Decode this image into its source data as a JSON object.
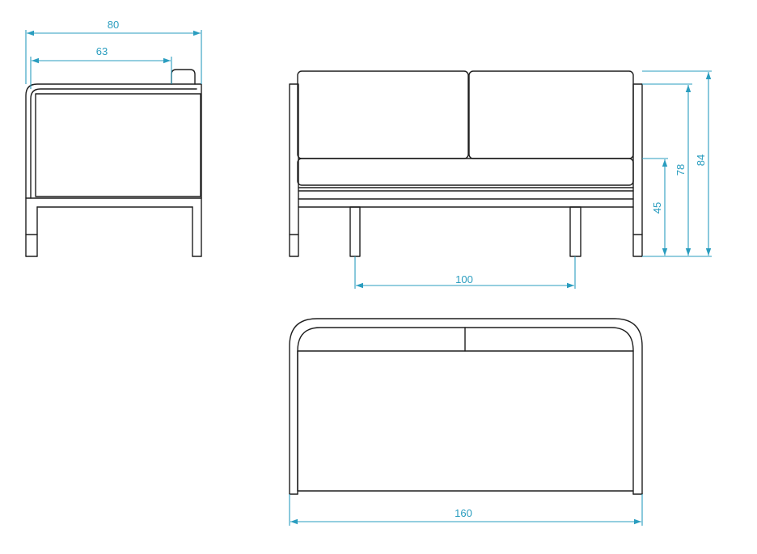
{
  "colors": {
    "outline": "#1e1e1e",
    "dimension": "#2a9dbf",
    "background": "#ffffff"
  },
  "dimensions": {
    "side_total_depth": "80",
    "side_seat_depth": "63",
    "front_leg_spacing": "100",
    "front_seat_height": "45",
    "front_armrest_height": "78",
    "front_total_height": "84",
    "top_total_width": "160"
  }
}
